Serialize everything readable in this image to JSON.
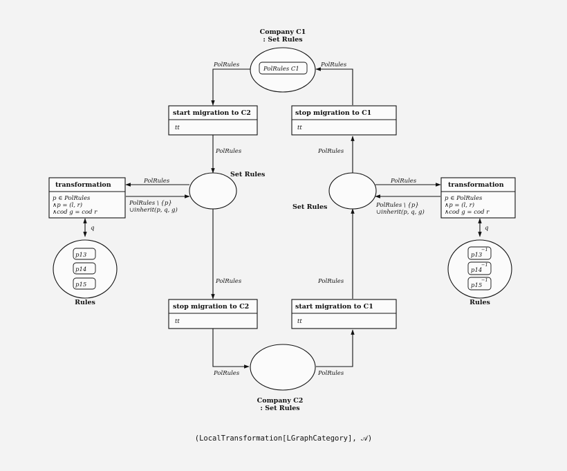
{
  "places": {
    "company_c1": {
      "name": "Company C1",
      "type": ": Set Rules",
      "token": "PolRules C1"
    },
    "company_c2": {
      "name": "Company C2",
      "type": ": Set Rules"
    },
    "left_set": {
      "type": "Set Rules"
    },
    "right_set": {
      "type": "Set Rules"
    },
    "left_rules": {
      "type": "Rules",
      "tokens": [
        "p13",
        "p14",
        "p15"
      ]
    },
    "right_rules": {
      "type": "Rules",
      "tokens": [
        "p13",
        "p14",
        "p15"
      ],
      "token_superscript": "−1"
    }
  },
  "transitions": {
    "start_c2": {
      "title": "start migration to C2",
      "guard": "tt"
    },
    "stop_c1": {
      "title": "stop migration to C1",
      "guard": "tt"
    },
    "stop_c2": {
      "title": "stop migration to C2",
      "guard": "tt"
    },
    "start_c1": {
      "title": "start migration to C1",
      "guard": "tt"
    },
    "transform_left": {
      "title": "transformation",
      "guard": [
        "p ∈ PolRules",
        "∧p = (l, r)",
        "∧cod g = cod r"
      ]
    },
    "transform_right": {
      "title": "transformation",
      "guard": [
        "p ∈ PolRules",
        "∧p = (l, r)",
        "∧cod g = cod r"
      ]
    }
  },
  "arc_labels": {
    "polrules": "PolRules",
    "q": "q",
    "minus_p": "PolRules \\ {p}",
    "union_inherit": "∪inherit(p, q, g)"
  },
  "caption": "(LocalTransformation[LGraphCategory], 𝒜)"
}
